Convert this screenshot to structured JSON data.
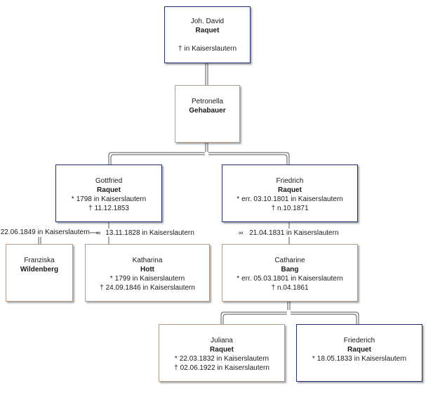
{
  "persons": {
    "johann": {
      "given": "Joh. David",
      "surname": "Raquet",
      "death": "in Kaiserslautern"
    },
    "petronella": {
      "given": "Petronella",
      "surname": "Gehabauer"
    },
    "gottfried": {
      "given": "Gottfried",
      "surname": "Raquet",
      "birth": "1798 in Kaiserslautern",
      "death": "11.12.1853"
    },
    "friedrich": {
      "given": "Friedrich",
      "surname": "Raquet",
      "birth": "err. 03.10.1801 in Kaiserslautern",
      "death": "n.10.1871"
    },
    "franziska": {
      "given": "Franziska",
      "surname": "Wildenberg"
    },
    "katharina": {
      "given": "Katharina",
      "surname": "Hott",
      "birth": "1799 in Kaiserslautern",
      "death": "24.09.1846 in Kaiserslautern"
    },
    "catharine": {
      "given": "Catharine",
      "surname": "Bang",
      "birth": "err. 05.03.1801 in Kaiserslautern",
      "death": "n.04.1861"
    },
    "juliana": {
      "given": "Juliana",
      "surname": "Raquet",
      "birth": "22.03.1832 in Kaiserslautern",
      "death": "02.06.1922 in Kaiserslautern"
    },
    "friederich": {
      "given": "Friederich",
      "surname": "Raquet",
      "birth": "18.05.1833 in Kaiserslautern"
    }
  },
  "marriages": {
    "gottfried_franziska": "22.06.1849 in Kaiserslautern",
    "gottfried_katharina": "13.11.1828 in Kaiserslautern",
    "friedrich_catharine": "21.04.1831 in Kaiserslautern"
  },
  "symbols": {
    "birth": "*",
    "death": "†",
    "marriage": "∞"
  }
}
